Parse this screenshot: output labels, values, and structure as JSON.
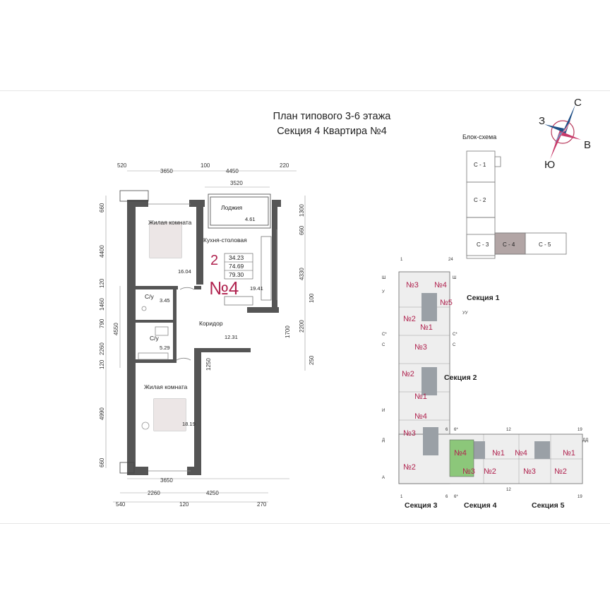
{
  "title": {
    "line1": "План типового 3-6 этажа",
    "line2": "Секция 4   Квартира №4"
  },
  "compass": {
    "n": "С",
    "e": "В",
    "s": "Ю",
    "w": "З"
  },
  "block_scheme": {
    "label": "Блок-схема",
    "cells": [
      "С - 1",
      "С - 2",
      "С - 3",
      "С - 4",
      "С - 5"
    ],
    "highlight": "С - 4",
    "highlight_color": "#b2a5a5"
  },
  "plan": {
    "rooms": {
      "loggia": {
        "name": "Лоджия",
        "area": "4.61"
      },
      "living1": {
        "name": "Жилая комната",
        "area": "16.04"
      },
      "kitchen": {
        "name": "Кухня-столовая",
        "area": "19.41"
      },
      "bath1": {
        "name": "С/у",
        "area": "3.45"
      },
      "corridor": {
        "name": "Коридор",
        "area": "12.31"
      },
      "bath2": {
        "name": "С/у",
        "area": "5.29"
      },
      "living2": {
        "name": "Жилая комната",
        "area": "18.19"
      }
    },
    "apartment": {
      "rooms_count": "2",
      "living_area": "34.23",
      "total_area": "74.69",
      "area_with_loggia": "79.30",
      "number": "№4",
      "accent_color": "#b0234f"
    },
    "dims_top_row1": [
      "520",
      "3650",
      "100",
      "4450",
      "220"
    ],
    "dims_top_row2": [
      "3520"
    ],
    "dims_left_outer": [
      "660",
      "4400",
      "120",
      "1460",
      "790",
      "2260",
      "120",
      "4990",
      "660"
    ],
    "dims_left_inner": [
      "4550"
    ],
    "dims_right": [
      "660",
      "1300",
      "4330",
      "100",
      "1700",
      "2200",
      "250"
    ],
    "dims_mid": [
      "1250"
    ],
    "dims_bottom_row1": [
      "3650"
    ],
    "dims_bottom_row2": [
      "2260",
      "4250"
    ],
    "dims_bottom_row3": [
      "540",
      "120",
      "270"
    ]
  },
  "site": {
    "apartments": {
      "s1": [
        "№3",
        "№4",
        "№5",
        "№2",
        "№1"
      ],
      "s2": [
        "№3",
        "№2",
        "№1",
        "№4",
        "№3"
      ],
      "s3": [
        "№2"
      ],
      "s4": [
        "№4",
        "№1",
        "№3",
        "№2"
      ],
      "s5": [
        "№4",
        "№1",
        "№3",
        "№2"
      ]
    },
    "section_labels": [
      "Секция 1",
      "Секция 2",
      "Секция 3",
      "Секция 4",
      "Секция 5"
    ],
    "axis_labels": {
      "top_nums": [
        "1",
        "24"
      ],
      "left_letters": [
        "Ш",
        "У",
        "С*",
        "С",
        "И",
        "Д",
        "А"
      ],
      "right_letters": [
        "Ш",
        "УУ",
        "С*",
        "С",
        "ДД"
      ],
      "mid_nums": [
        "6",
        "6*",
        "12",
        "19"
      ],
      "bottom_nums": [
        "1",
        "6",
        "6*",
        "12",
        "19"
      ]
    },
    "highlight_color": "#8cc77a"
  }
}
